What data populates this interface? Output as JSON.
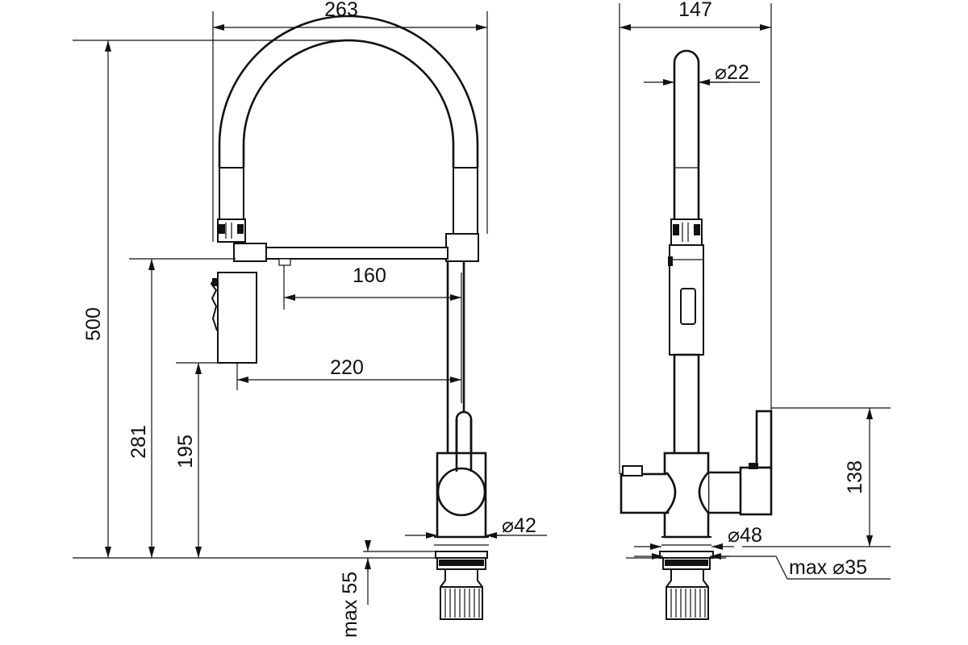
{
  "dimensions": {
    "width_front": "263",
    "height_total": "500",
    "reach_spout": "160",
    "reach_head": "220",
    "height_spout": "281",
    "height_head": "195",
    "dia_body_front": "⌀42",
    "shank_length": "max 55",
    "width_side": "147",
    "dia_spout": "⌀22",
    "height_handle": "138",
    "dia_body_side": "⌀48",
    "max_hole": "max ⌀35"
  },
  "colors": {
    "line": "#111111",
    "background": "#ffffff"
  }
}
